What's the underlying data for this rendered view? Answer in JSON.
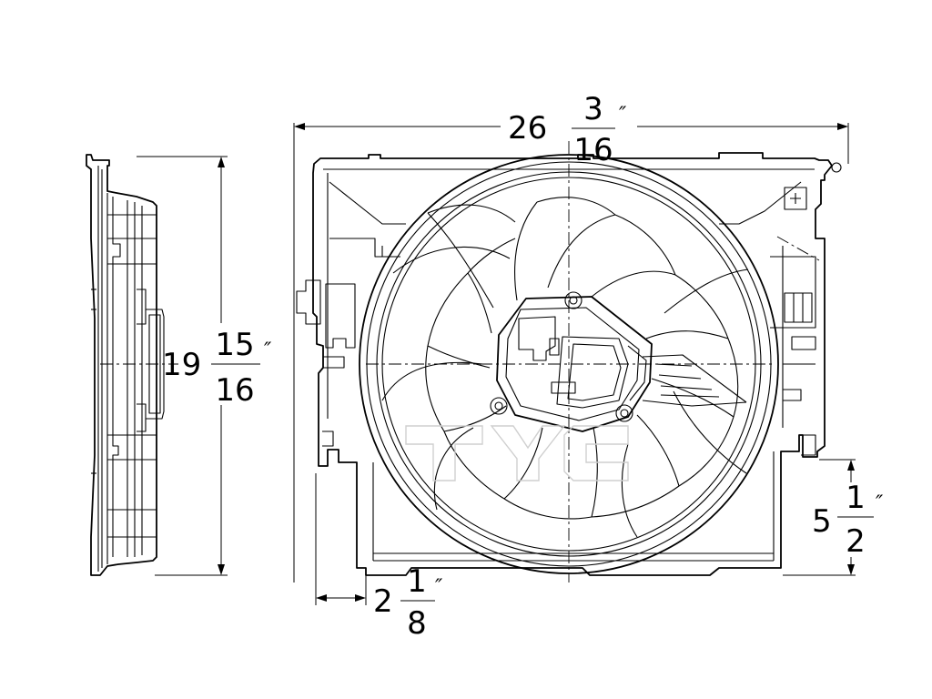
{
  "figure": {
    "subject": "radiator cooling fan assembly",
    "views": [
      "side",
      "front"
    ],
    "watermark": "TYC",
    "line_color": "#000000",
    "background": "#ffffff"
  },
  "dimensions": {
    "width": {
      "whole": "26",
      "num": "3",
      "den": "16",
      "unit": "″"
    },
    "height": {
      "whole": "19",
      "num": "15",
      "den": "16",
      "unit": "″"
    },
    "offset_right": {
      "whole": "5",
      "num": "1",
      "den": "2",
      "unit": "″"
    },
    "offset_left": {
      "whole": "2",
      "num": "1",
      "den": "8",
      "unit": "″"
    }
  }
}
